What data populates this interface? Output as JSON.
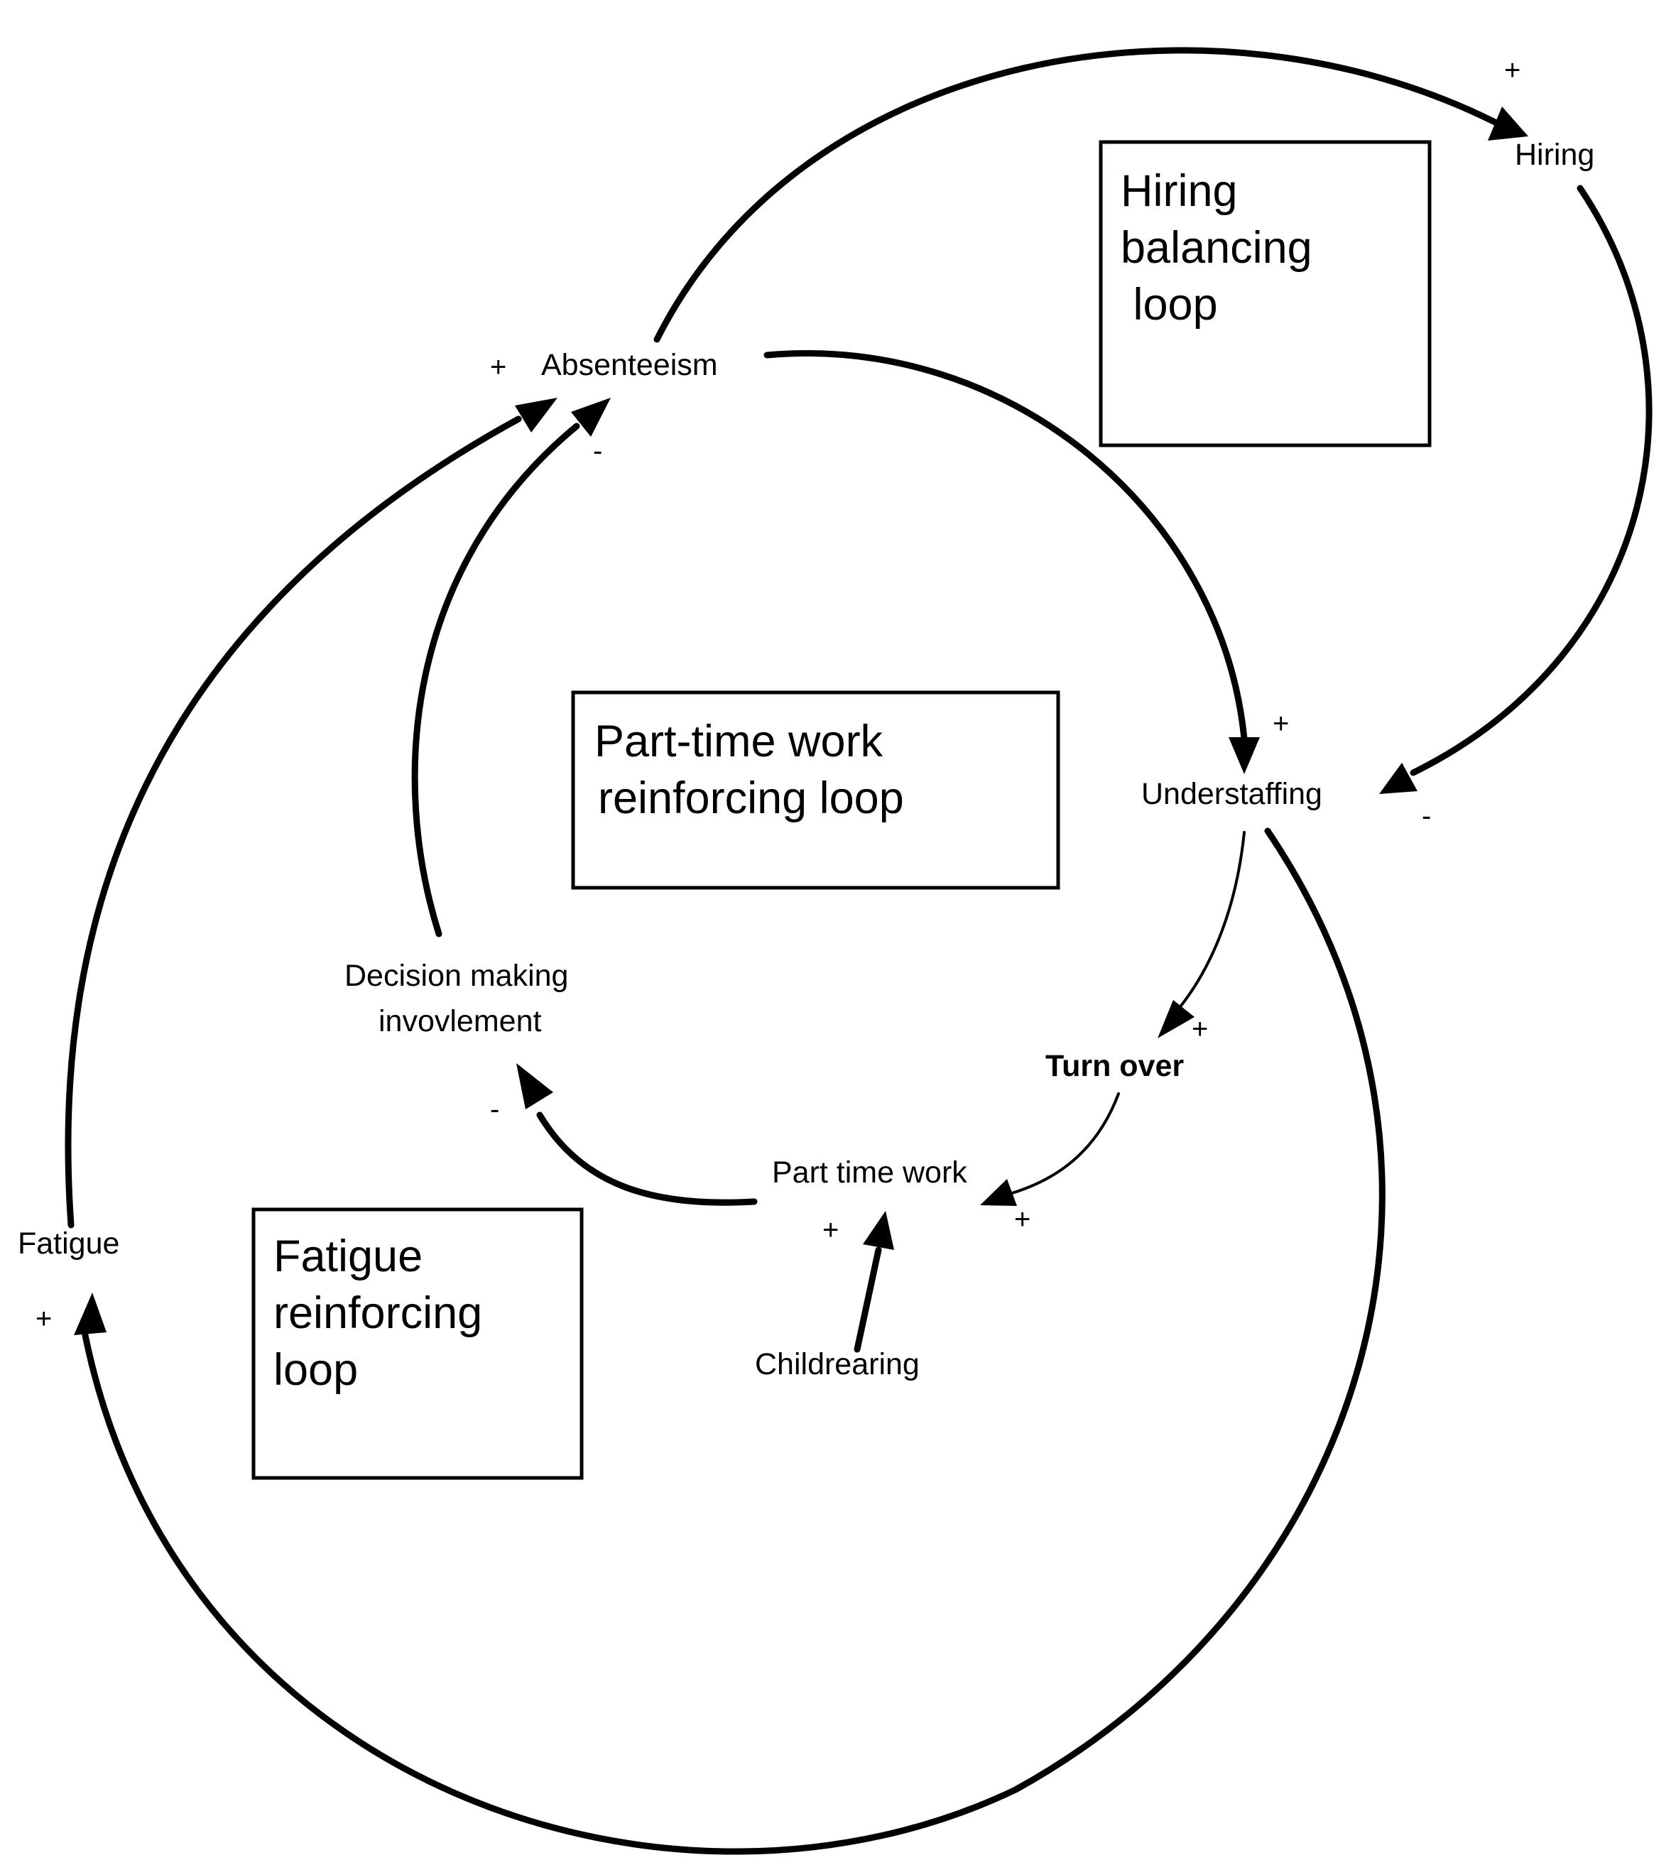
{
  "nodes": {
    "absenteeism": "Absenteeism",
    "hiring": "Hiring",
    "understaffing": "Understaffing",
    "turn_over": "Turn over",
    "part_time_work": "Part time work",
    "decision_making_line1": "Decision making",
    "decision_making_line2": "invovlement",
    "fatigue": "Fatigue",
    "childrearing": "Childrearing"
  },
  "loops": {
    "hiring_balancing": [
      "Hiring",
      "balancing",
      " loop"
    ],
    "part_time_reinforcing": [
      "Part-time work",
      "reinforcing loop"
    ],
    "fatigue_reinforcing": [
      "Fatigue",
      "reinforcing",
      "loop"
    ]
  },
  "links": [
    {
      "from": "Absenteeism",
      "to": "Hiring",
      "polarity": "+"
    },
    {
      "from": "Hiring",
      "to": "Understaffing",
      "polarity": "-"
    },
    {
      "from": "Absenteeism",
      "to": "Understaffing",
      "polarity": "+"
    },
    {
      "from": "Understaffing",
      "to": "Turn over",
      "polarity": "+"
    },
    {
      "from": "Turn over",
      "to": "Part time work",
      "polarity": "+"
    },
    {
      "from": "Childrearing",
      "to": "Part time work",
      "polarity": "+"
    },
    {
      "from": "Part time work",
      "to": "Decision making invovlement",
      "polarity": "-"
    },
    {
      "from": "Decision making invovlement",
      "to": "Absenteeism",
      "polarity": "-"
    },
    {
      "from": "Understaffing",
      "to": "Fatigue",
      "polarity": "+"
    },
    {
      "from": "Fatigue",
      "to": "Absenteeism",
      "polarity": "+"
    }
  ]
}
